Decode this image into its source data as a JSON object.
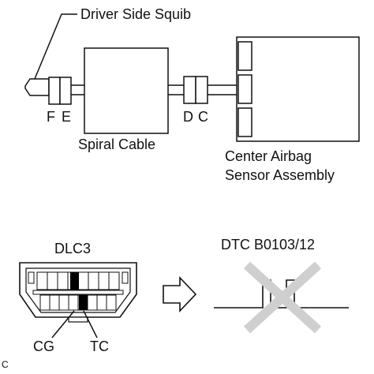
{
  "labels": {
    "driver_side_squib": "Driver Side Squib",
    "connector_f": "F",
    "connector_e": "E",
    "connector_d": "D",
    "connector_c": "C",
    "spiral_cable": "Spiral Cable",
    "center_airbag_line1": "Center Airbag",
    "center_airbag_line2": "Sensor Assembly",
    "dlc3": "DLC3",
    "dtc": "DTC B0103/12",
    "cg": "CG",
    "tc": "TC",
    "figure_code": "C"
  },
  "colors": {
    "stroke": "#111111",
    "cross": "#cfcfcf",
    "terminal_fill": "#000000"
  }
}
